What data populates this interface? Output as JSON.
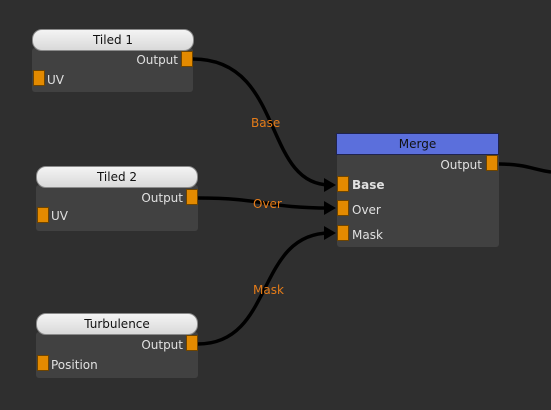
{
  "nodes": {
    "tiled1": {
      "title": "Tiled 1",
      "output_label": "Output",
      "input_label": "UV"
    },
    "tiled2": {
      "title": "Tiled 2",
      "output_label": "Output",
      "input_label": "UV"
    },
    "turbulence": {
      "title": "Turbulence",
      "output_label": "Output",
      "input_label": "Position"
    },
    "merge": {
      "title": "Merge",
      "output_label": "Output",
      "inputs": [
        "Base",
        "Over",
        "Mask"
      ]
    }
  },
  "wires": {
    "base_label": "Base",
    "over_label": "Over",
    "mask_label": "Mask"
  },
  "colors": {
    "background": "#2f2f2f",
    "node_body": "#414141",
    "port": "#e38a00",
    "wire_label": "#e57c19",
    "merge_header": "#5b6fdc"
  }
}
